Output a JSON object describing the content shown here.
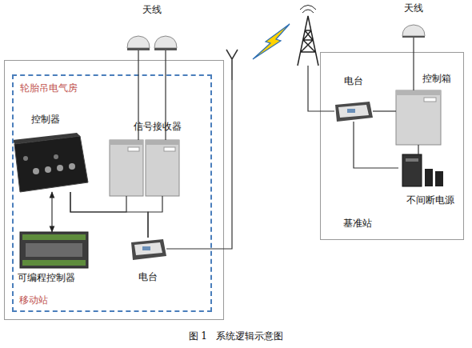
{
  "diagram": {
    "caption": "图 1   系统逻辑示意图",
    "nodes": [
      {
        "text": [
          "天线"
        ]
      },
      {
        "text": [
          "移动站"
        ]
      },
      {
        "text": [
          "轮胎吊电气房"
        ],
        "in": 1
      },
      {
        "text": [
          "控制器"
        ],
        "in": 2
      },
      {
        "text": [
          "信号接收器"
        ],
        "in": 2
      },
      {
        "text": [
          "可编程控制器"
        ],
        "in": 2
      },
      {
        "text": [
          "电台"
        ],
        "in": 2
      },
      {
        "text": [
          "天线"
        ]
      },
      {
        "text": [
          "基准站"
        ]
      },
      {
        "text": [
          "电台"
        ],
        "in": 8
      },
      {
        "text": [
          "控制箱"
        ],
        "in": 8
      },
      {
        "text": [
          "不间断电源"
        ],
        "in": 8
      }
    ],
    "edges": [
      {
        "from": 0,
        "to": 4,
        "arrow": "none"
      },
      {
        "from": 3,
        "to": 5,
        "arrow": "both"
      },
      {
        "from": 3,
        "to": 4,
        "arrow": "none"
      },
      {
        "from": 4,
        "to": 6,
        "arrow": "none"
      },
      {
        "from": 3,
        "to": 6,
        "arrow": "none"
      },
      {
        "from": 6,
        "to": 9,
        "arrow": "none"
      },
      {
        "from": 7,
        "to": 10,
        "arrow": "none"
      },
      {
        "from": 9,
        "to": 10,
        "arrow": "none"
      },
      {
        "from": 9,
        "to": 11,
        "arrow": "none"
      },
      {
        "from": 10,
        "to": 11,
        "arrow": "none"
      }
    ]
  }
}
